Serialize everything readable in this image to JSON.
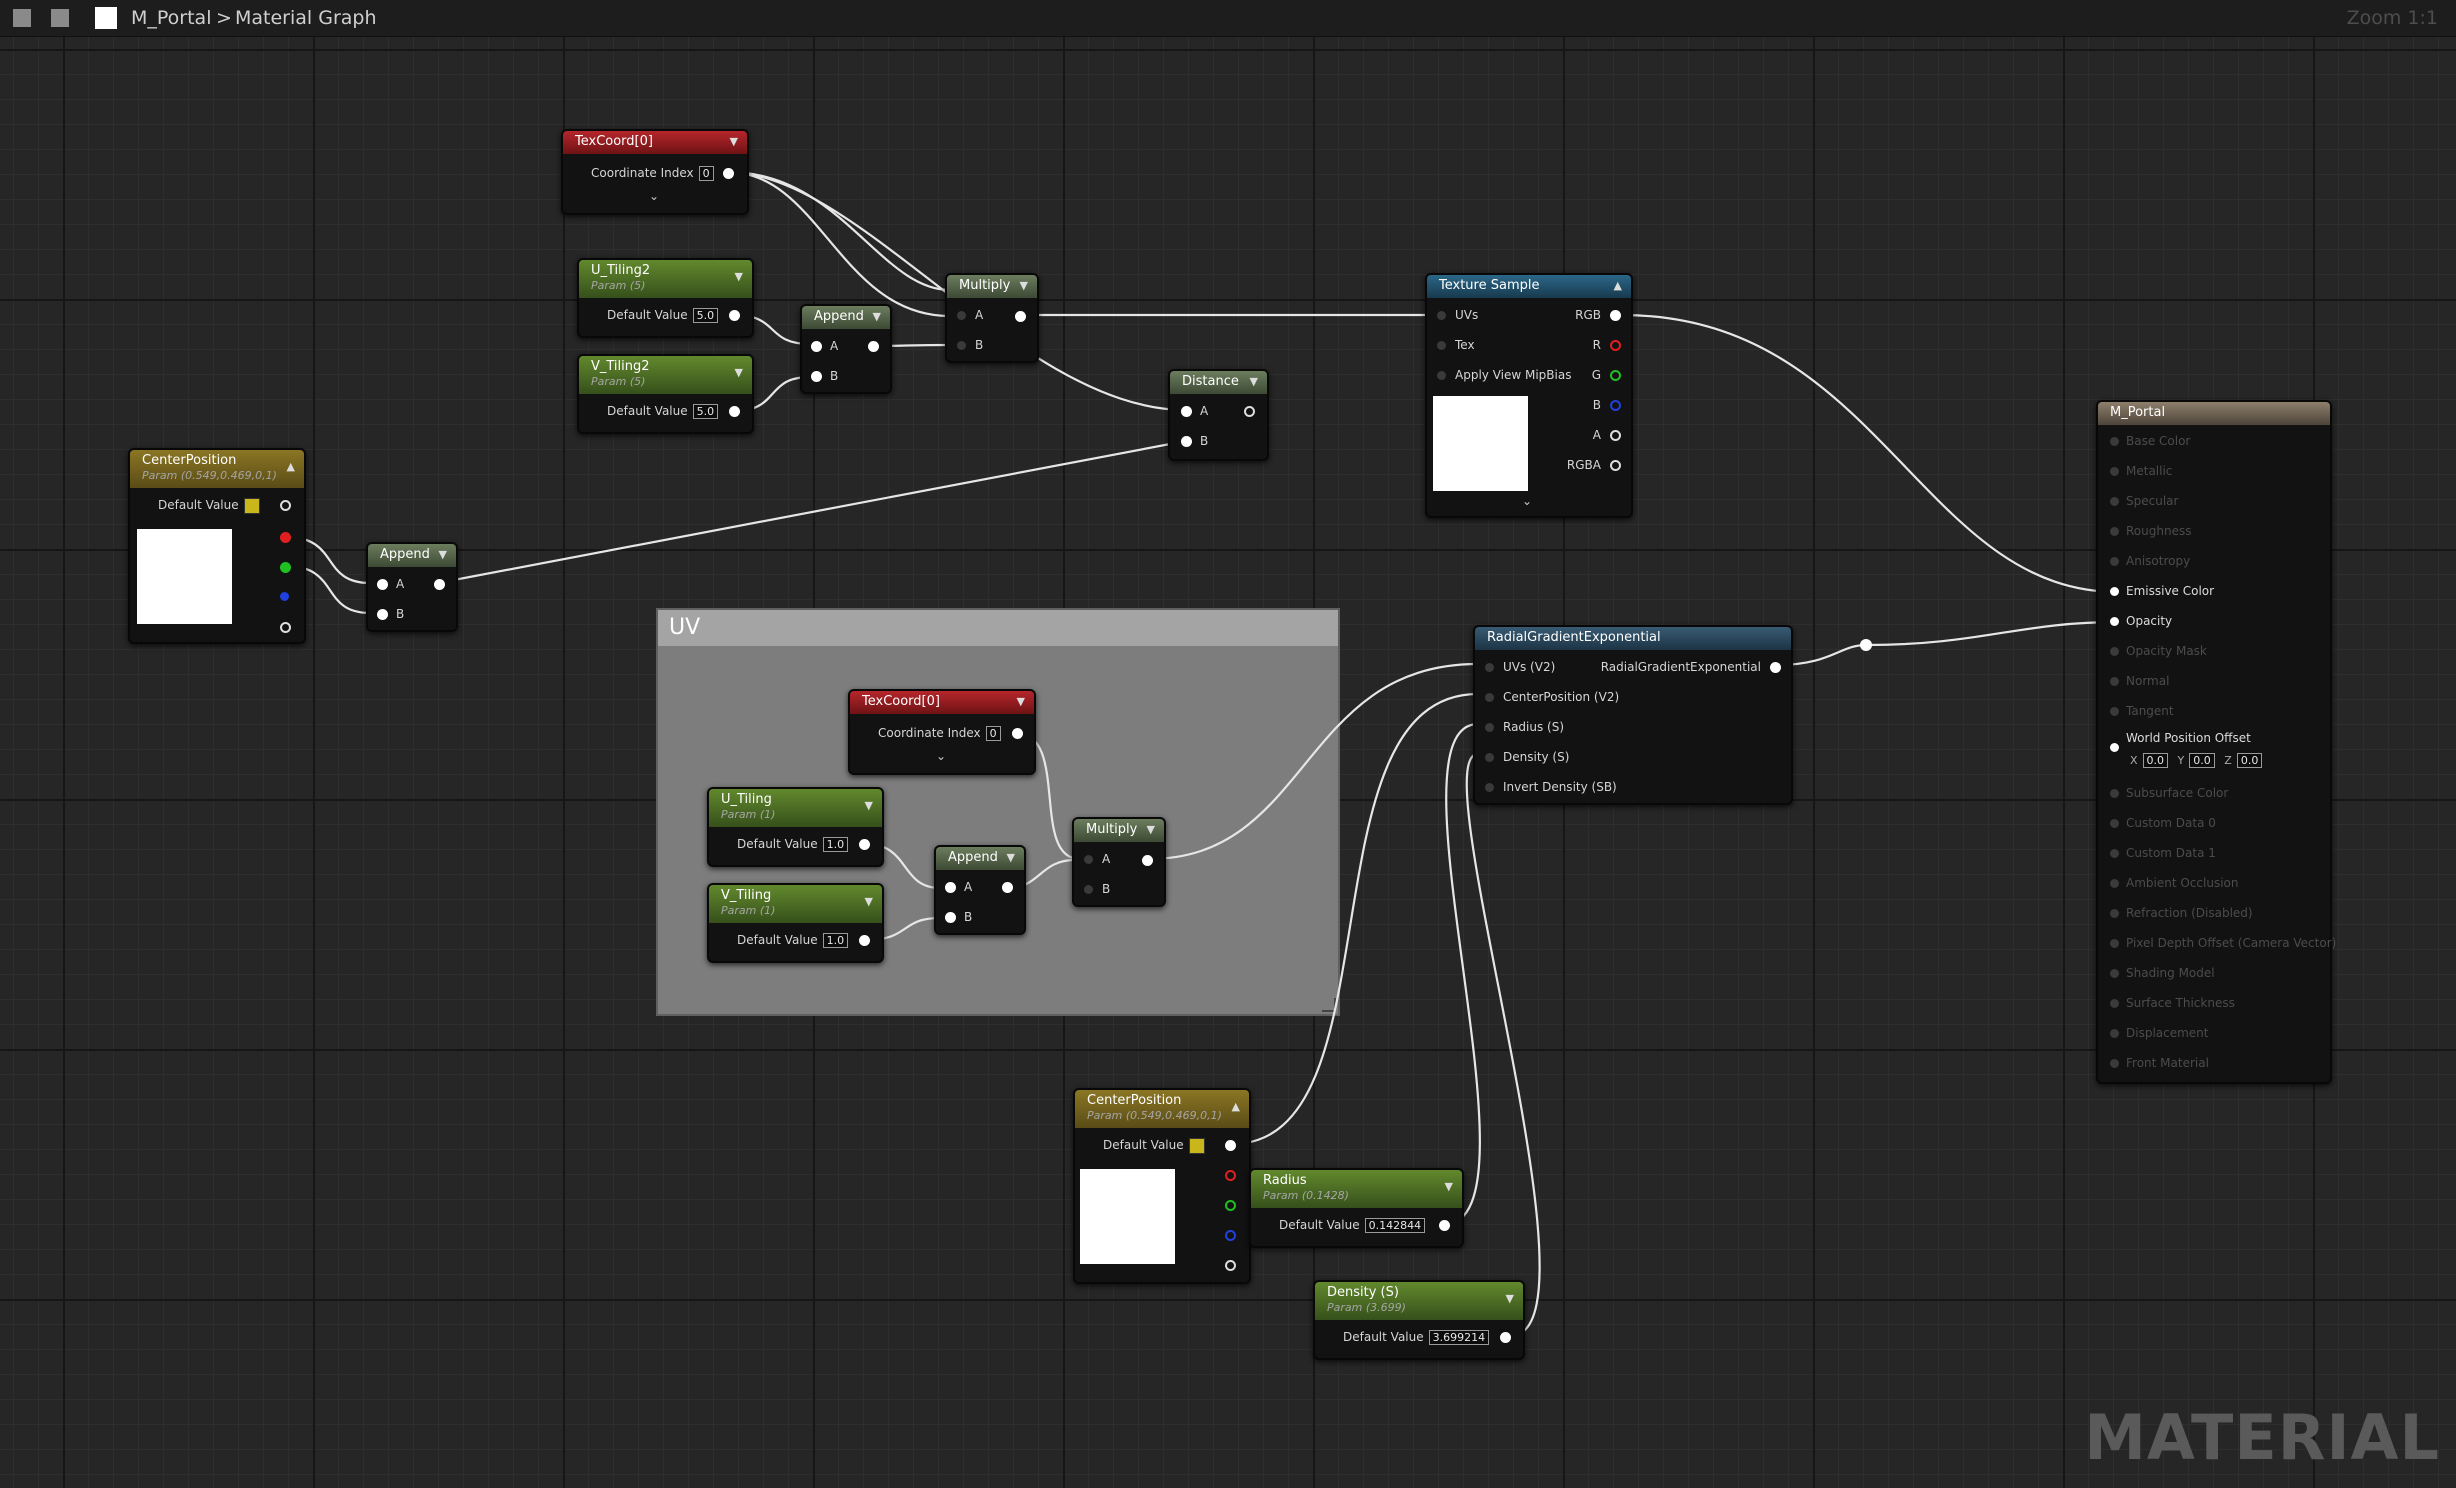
{
  "topbar": {
    "breadcrumb_root": "M_Portal",
    "breadcrumb_sep": ">",
    "breadcrumb_child": "Material Graph",
    "zoom": "Zoom 1:1"
  },
  "watermark": "MATERIAL",
  "comment": {
    "title": "UV"
  },
  "nodes": {
    "texcoord_top": {
      "title": "TexCoord[0]",
      "row_label": "Coordinate Index",
      "value": "0"
    },
    "u_tiling2": {
      "title": "U_Tiling2",
      "subtitle": "Param (5)",
      "row_label": "Default Value",
      "value": "5.0"
    },
    "v_tiling2": {
      "title": "V_Tiling2",
      "subtitle": "Param (5)",
      "row_label": "Default Value",
      "value": "5.0"
    },
    "append_top": {
      "title": "Append",
      "pin_a": "A",
      "pin_b": "B"
    },
    "multiply_top": {
      "title": "Multiply",
      "pin_a": "A",
      "pin_b": "B"
    },
    "distance": {
      "title": "Distance",
      "pin_a": "A",
      "pin_b": "B"
    },
    "texture_sample": {
      "title": "Texture Sample",
      "in_uvs": "UVs",
      "in_tex": "Tex",
      "in_mip": "Apply View MipBias",
      "out_rgb": "RGB",
      "out_r": "R",
      "out_g": "G",
      "out_b": "B",
      "out_a": "A",
      "out_rgba": "RGBA"
    },
    "center_left": {
      "title": "CenterPosition",
      "subtitle": "Param (0.549,0.469,0,1)",
      "row_label": "Default Value"
    },
    "append_left": {
      "title": "Append",
      "pin_a": "A",
      "pin_b": "B"
    },
    "texcoord_uv": {
      "title": "TexCoord[0]",
      "row_label": "Coordinate Index",
      "value": "0"
    },
    "u_tiling": {
      "title": "U_Tiling",
      "subtitle": "Param (1)",
      "row_label": "Default Value",
      "value": "1.0"
    },
    "v_tiling": {
      "title": "V_Tiling",
      "subtitle": "Param (1)",
      "row_label": "Default Value",
      "value": "1.0"
    },
    "append_uv": {
      "title": "Append",
      "pin_a": "A",
      "pin_b": "B"
    },
    "multiply_uv": {
      "title": "Multiply",
      "pin_a": "A",
      "pin_b": "B"
    },
    "radial": {
      "title": "RadialGradientExponential",
      "in_uvs": "UVs (V2)",
      "in_center": "CenterPosition (V2)",
      "in_radius": "Radius (S)",
      "in_density": "Density (S)",
      "in_invert": "Invert Density (SB)",
      "out": "RadialGradientExponential"
    },
    "center_bottom": {
      "title": "CenterPosition",
      "subtitle": "Param (0.549,0.469,0,1)",
      "row_label": "Default Value"
    },
    "radius": {
      "title": "Radius",
      "subtitle": "Param (0.1428)",
      "row_label": "Default Value",
      "value": "0.142844"
    },
    "density": {
      "title": "Density (S)",
      "subtitle": "Param (3.699)",
      "row_label": "Default Value",
      "value": "3.699214"
    }
  },
  "output_node": {
    "title": "M_Portal",
    "inputs": [
      "Base Color",
      "Metallic",
      "Specular",
      "Roughness",
      "Anisotropy",
      "Emissive Color",
      "Opacity",
      "Opacity Mask",
      "Normal",
      "Tangent",
      "World Position Offset",
      "Subsurface Color",
      "Custom Data 0",
      "Custom Data 1",
      "Ambient Occlusion",
      "Refraction (Disabled)",
      "Pixel Depth Offset (Camera Vector)",
      "Shading Model",
      "Surface Thickness",
      "Displacement",
      "Front Material"
    ],
    "active_inputs": [
      "Emissive Color",
      "Opacity",
      "World Position Offset"
    ],
    "wpo": {
      "x_label": "X",
      "x": "0.0",
      "y_label": "Y",
      "y": "0.0",
      "z_label": "Z",
      "z": "0.0"
    }
  },
  "colors": {
    "pin_r": "#e02020",
    "pin_g": "#20c020",
    "pin_b": "#2040e0",
    "swatch": "#c8b61b",
    "wire": "#e6e6e6"
  }
}
